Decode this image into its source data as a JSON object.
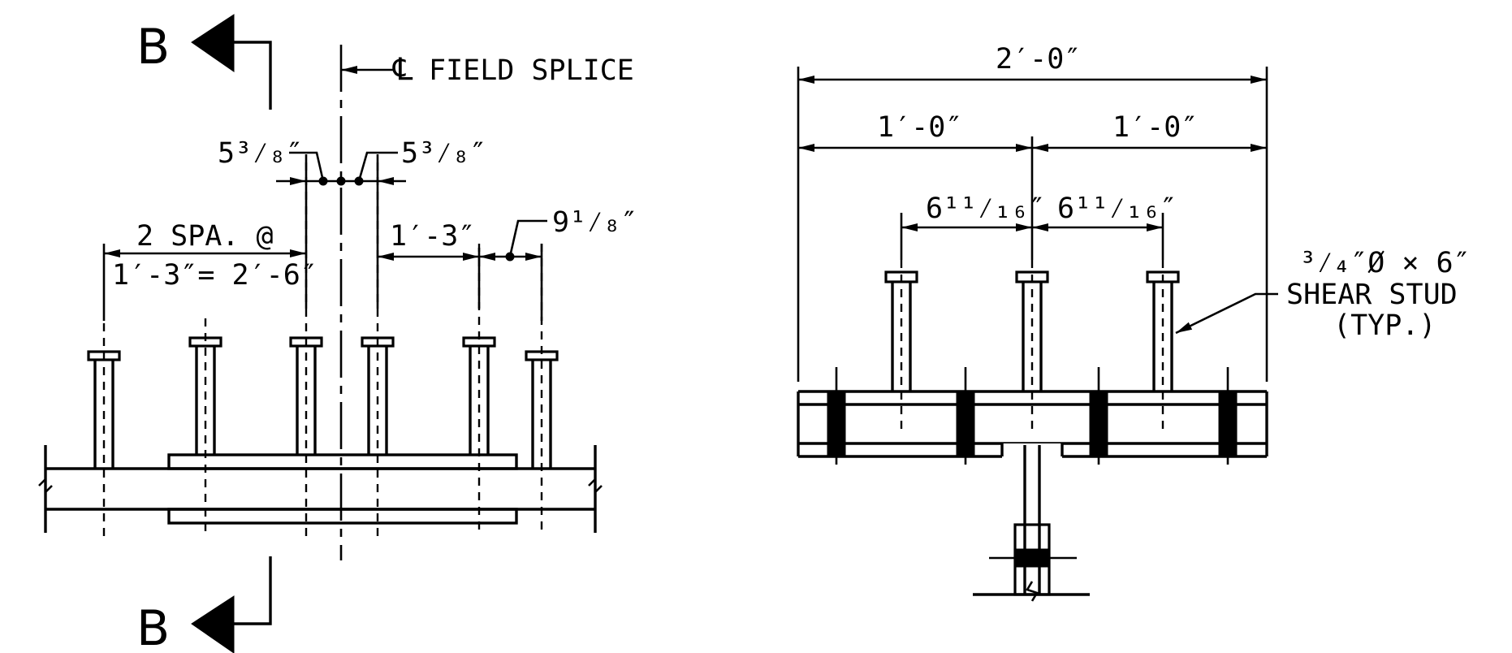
{
  "section_mark": "B",
  "centerline_label": "FIELD SPLICE",
  "centerline_symbol": "℄",
  "left_view": {
    "splice_dim_left": "5³⁄₈″",
    "splice_dim_right": "5³⁄₈″",
    "spacing_line1": "2 SPA. @",
    "spacing_line2": "1′-3″= 2′-6″",
    "stud_spacing": "1′-3″",
    "edge_dim": "9¹⁄₈″"
  },
  "right_view": {
    "overall_width": "2′-0″",
    "half_left": "1′-0″",
    "half_right": "1′-0″",
    "stud_offset_left": "6¹¹⁄₁₆″",
    "stud_offset_right": "6¹¹⁄₁₆″",
    "stud_note_line1": "³⁄₄″Ø × 6″",
    "stud_note_line2": "SHEAR STUD",
    "stud_note_line3": "(TYP.)"
  }
}
